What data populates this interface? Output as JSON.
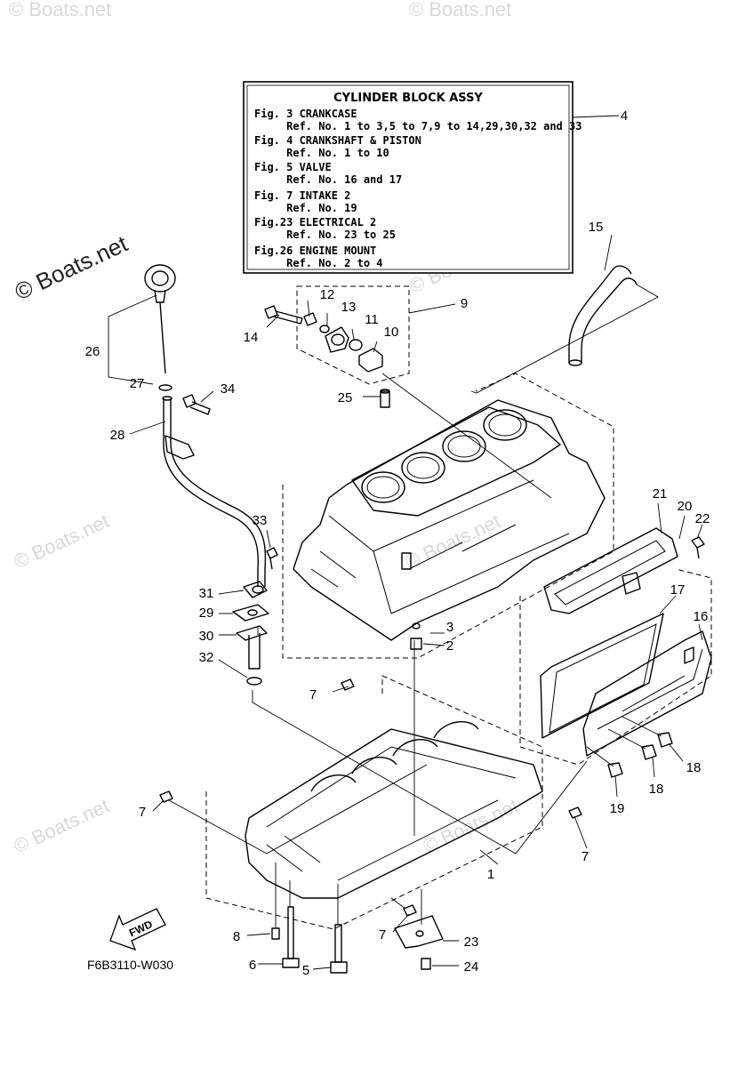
{
  "info_box": {
    "title": "CYLINDER BLOCK ASSY",
    "lines": [
      "Fig. 3 CRANKCASE",
      "     Ref. No. 1 to 3,5 to 7,9 to 14,29,30,32 and 33",
      "Fig. 4 CRANKSHAFT & PISTON",
      "     Ref. No. 1 to 10",
      "Fig. 5 VALVE",
      "     Ref. No. 16 and 17",
      "Fig. 7 INTAKE 2",
      "     Ref. No. 19",
      "Fig.23 ELECTRICAL 2",
      "     Ref. No. 23 to 25",
      "Fig.26 ENGINE MOUNT",
      "     Ref. No. 2 to 4"
    ]
  },
  "callouts": {
    "c1": "1",
    "c2": "2",
    "c3": "3",
    "c4": "4",
    "c5": "5",
    "c6": "6",
    "c7a": "7",
    "c7b": "7",
    "c7c": "7",
    "c7d": "7",
    "c8": "8",
    "c9": "9",
    "c10": "10",
    "c11": "11",
    "c12": "12",
    "c13": "13",
    "c14": "14",
    "c15": "15",
    "c16": "16",
    "c17": "17",
    "c18a": "18",
    "c18b": "18",
    "c19": "19",
    "c20": "20",
    "c21": "21",
    "c22": "22",
    "c23": "23",
    "c24": "24",
    "c25": "25",
    "c26": "26",
    "c27": "27",
    "c28": "28",
    "c29": "29",
    "c30": "30",
    "c31": "31",
    "c32": "32",
    "c33": "33",
    "c34": "34"
  },
  "diagram_code": "F6B3110-W030",
  "fwd_label": "FWD",
  "watermark": "© Boats.net",
  "watermark_large": "© Boats.net",
  "icons": {
    "fwd_arrow": "fwd-arrow-icon",
    "copyright": "copyright-icon"
  }
}
